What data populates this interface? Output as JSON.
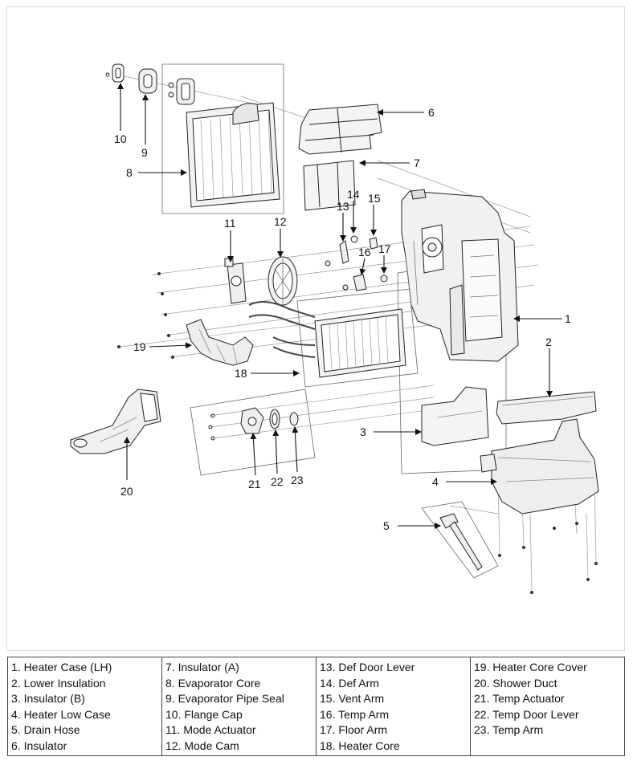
{
  "callouts": [
    "1",
    "2",
    "3",
    "4",
    "5",
    "6",
    "7",
    "8",
    "9",
    "10",
    "11",
    "12",
    "13",
    "14",
    "15",
    "16",
    "17",
    "18",
    "19",
    "20",
    "21",
    "22",
    "23"
  ],
  "legend": {
    "columns": [
      [
        "1. Heater Case (LH)",
        "2. Lower Insulation",
        "3. Insulator (B)",
        "4. Heater Low Case",
        "5. Drain Hose",
        "6. Insulator"
      ],
      [
        "7. Insulator (A)",
        "8. Evaporator Core",
        "9. Evaporator Pipe Seal",
        "10. Flange Cap",
        "11. Mode Actuator",
        "12. Mode Cam"
      ],
      [
        "13. Def Door Lever",
        "14. Def Arm",
        "15. Vent Arm",
        "16. Temp Arm",
        "17. Floor Arm",
        "18. Heater Core"
      ],
      [
        "19. Heater Core Cover",
        "20. Shower Duct",
        "21. Temp Actuator",
        "22. Temp Door Lever",
        "23. Temp Arm"
      ]
    ]
  }
}
